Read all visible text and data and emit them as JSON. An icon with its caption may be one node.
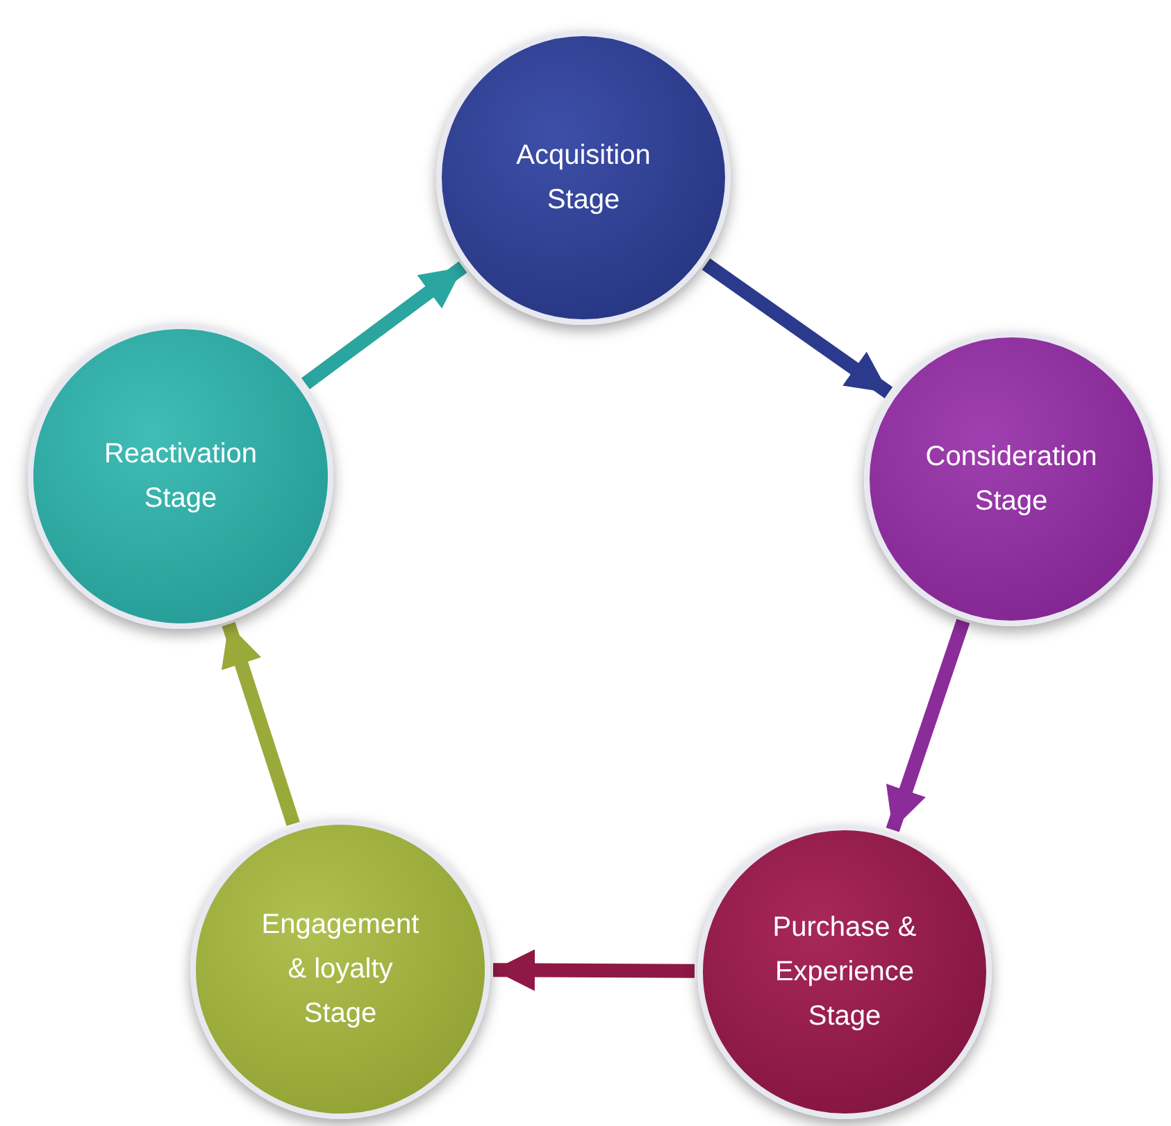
{
  "diagram": {
    "nodes": [
      {
        "text": [
          "Acquisition Stage"
        ]
      },
      {
        "text": [
          "Consideration Stage"
        ]
      },
      {
        "text": [
          "Purchase & Experience Stage"
        ]
      },
      {
        "text": [
          "Engagement & loyalty Stage"
        ]
      },
      {
        "text": [
          "Reactivation Stage"
        ]
      }
    ],
    "edges": [
      {
        "from": 0,
        "to": 1,
        "arrow": "to",
        "color": "#2b3a8c"
      },
      {
        "from": 1,
        "to": 2,
        "arrow": "to",
        "color": "#8b2c9a"
      },
      {
        "from": 2,
        "to": 3,
        "arrow": "to",
        "color": "#8e1846"
      },
      {
        "from": 3,
        "to": 4,
        "arrow": "to",
        "color": "#9aaa3a"
      },
      {
        "from": 4,
        "to": 0,
        "arrow": "to",
        "color": "#2aa5a0"
      }
    ]
  }
}
